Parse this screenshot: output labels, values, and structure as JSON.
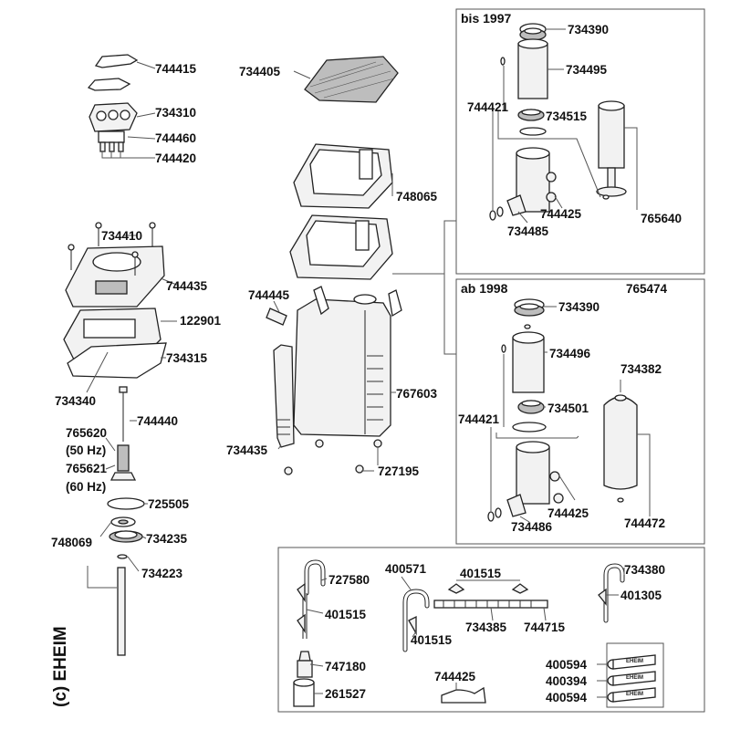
{
  "copyright": "(c) EHEIM",
  "sections": {
    "old_version": "bis 1997",
    "new_version": "ab 1998",
    "new_version_set": "765474"
  },
  "parts": {
    "p744415": "744415",
    "p734310": "734310",
    "p744460": "744460",
    "p744420": "744420",
    "p734405": "734405",
    "p748065": "748065",
    "p734410": "734410",
    "p744435": "744435",
    "p122901": "122901",
    "p734315": "734315",
    "p734340": "734340",
    "p744440": "744440",
    "p765620": "765620",
    "p765620_note": "(50 Hz)",
    "p765621": "765621",
    "p765621_note": "(60 Hz)",
    "p725505": "725505",
    "p748069": "748069",
    "p734235": "734235",
    "p734223": "734223",
    "p744445": "744445",
    "p767603": "767603",
    "p734435": "734435",
    "p727195": "727195",
    "old_734390": "734390",
    "old_734495": "734495",
    "old_744421": "744421",
    "old_734515": "734515",
    "old_744425": "744425",
    "old_734485": "734485",
    "old_765640": "765640",
    "new_734390": "734390",
    "new_734496": "734496",
    "new_734382": "734382",
    "new_734501": "734501",
    "new_744421": "744421",
    "new_744425": "744425",
    "new_734486": "734486",
    "new_744472": "744472",
    "acc_727580": "727580",
    "acc_400571": "400571",
    "acc_401515_top": "401515",
    "acc_734380": "734380",
    "acc_401305": "401305",
    "acc_401515_left": "401515",
    "acc_734385": "734385",
    "acc_744715": "744715",
    "acc_401515_mid": "401515",
    "acc_747180": "747180",
    "acc_744425": "744425",
    "acc_261527": "261527",
    "acc_400594_a": "400594",
    "acc_400394": "400394",
    "acc_400594_b": "400594",
    "hose_brand": "EHEIM"
  }
}
